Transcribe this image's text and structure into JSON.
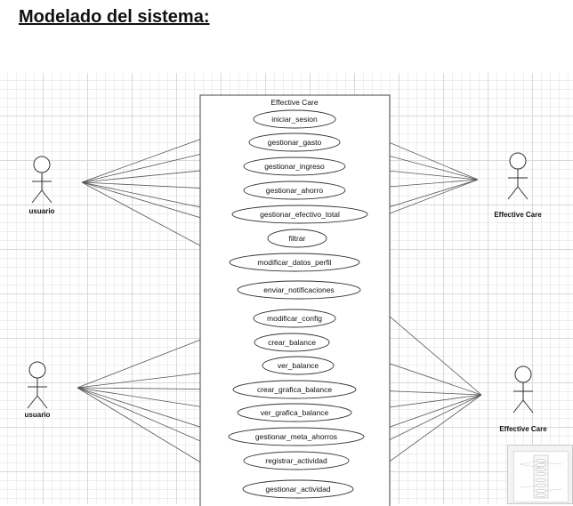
{
  "heading": "Modelado del sistema:",
  "system": {
    "title": "Effective Care"
  },
  "actors": [
    {
      "id": "a1",
      "label": "usuario",
      "role": "primary"
    },
    {
      "id": "a2",
      "label": "Effective Care",
      "role": "secondary"
    },
    {
      "id": "a3",
      "label": "usuario",
      "role": "primary"
    },
    {
      "id": "a4",
      "label": "Effective Care",
      "role": "secondary"
    }
  ],
  "use_cases": [
    {
      "id": "uc1",
      "label": "iniciar_sesion"
    },
    {
      "id": "uc2",
      "label": "gestionar_gasto"
    },
    {
      "id": "uc3",
      "label": "gestionar_ingreso"
    },
    {
      "id": "uc4",
      "label": "gestionar_ahorro"
    },
    {
      "id": "uc5",
      "label": "gestionar_efectivo_total"
    },
    {
      "id": "uc6",
      "label": "filtrar"
    },
    {
      "id": "uc7",
      "label": "modificar_datos_perfil"
    },
    {
      "id": "uc8",
      "label": "enviar_notificaciones"
    },
    {
      "id": "uc9",
      "label": "modificar_config"
    },
    {
      "id": "uc10",
      "label": "crear_balance"
    },
    {
      "id": "uc11",
      "label": "ver_balance"
    },
    {
      "id": "uc12",
      "label": "crear_grafica_balance"
    },
    {
      "id": "uc13",
      "label": "ver_grafica_balance"
    },
    {
      "id": "uc14",
      "label": "gestionar_meta_ahorros"
    },
    {
      "id": "uc15",
      "label": "registrar_actividad"
    },
    {
      "id": "uc16",
      "label": "gestionar_actividad"
    }
  ],
  "associations": [
    [
      "a1",
      "uc1"
    ],
    [
      "a1",
      "uc2"
    ],
    [
      "a1",
      "uc3"
    ],
    [
      "a1",
      "uc4"
    ],
    [
      "a1",
      "uc5"
    ],
    [
      "a1",
      "uc6"
    ],
    [
      "a1",
      "uc7"
    ],
    [
      "a2",
      "uc1"
    ],
    [
      "a2",
      "uc2"
    ],
    [
      "a2",
      "uc3"
    ],
    [
      "a2",
      "uc4"
    ],
    [
      "a2",
      "uc5"
    ],
    [
      "a2",
      "uc6"
    ],
    [
      "a3",
      "uc9"
    ],
    [
      "a3",
      "uc11"
    ],
    [
      "a3",
      "uc12"
    ],
    [
      "a3",
      "uc13"
    ],
    [
      "a3",
      "uc14"
    ],
    [
      "a3",
      "uc15"
    ],
    [
      "a3",
      "uc16"
    ],
    [
      "a4",
      "uc8"
    ],
    [
      "a4",
      "uc10"
    ],
    [
      "a4",
      "uc12"
    ],
    [
      "a4",
      "uc13"
    ],
    [
      "a4",
      "uc14"
    ],
    [
      "a4",
      "uc15"
    ],
    [
      "a4",
      "uc16"
    ]
  ],
  "colors": {
    "line": "#555555",
    "stroke": "#333333",
    "background": "#ffffff"
  }
}
